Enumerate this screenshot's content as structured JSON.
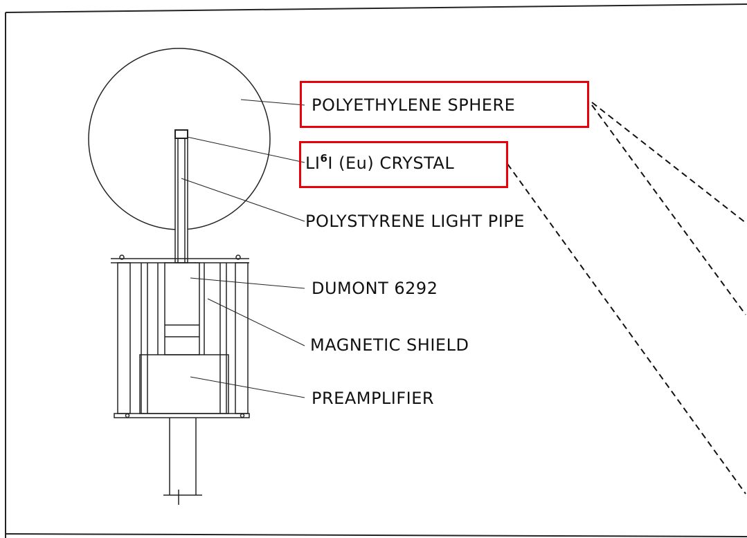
{
  "labels": {
    "sphere": "POLYETHYLENE SPHERE",
    "crystal_prefix": "LI",
    "crystal_sup": "6",
    "crystal_rest": "I (Eu) CRYSTAL",
    "light_pipe": "POLYSTYRENE LIGHT PIPE",
    "tube": "DUMONT 6292",
    "shield": "MAGNETIC SHIELD",
    "preamp": "PREAMPLIFIER"
  },
  "highlighted": [
    "sphere",
    "crystal"
  ],
  "colors": {
    "highlight": "#e8000b",
    "ink": "#111111"
  }
}
